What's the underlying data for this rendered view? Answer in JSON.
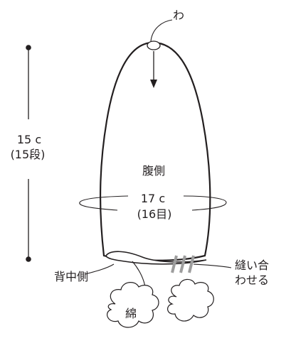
{
  "labels": {
    "top_fold": "わ",
    "height_value": "15 c",
    "height_rows": "(15段)",
    "front_side": "腹側",
    "width_value": "17 c",
    "width_stitches": "(16目)",
    "back_side": "背中側",
    "sew_line1": "縫い合",
    "sew_line2": "わせる",
    "stuffing": "綿"
  },
  "colors": {
    "line": "#231f20",
    "stitch_mark": "#9d9d9d",
    "background": "#ffffff"
  }
}
